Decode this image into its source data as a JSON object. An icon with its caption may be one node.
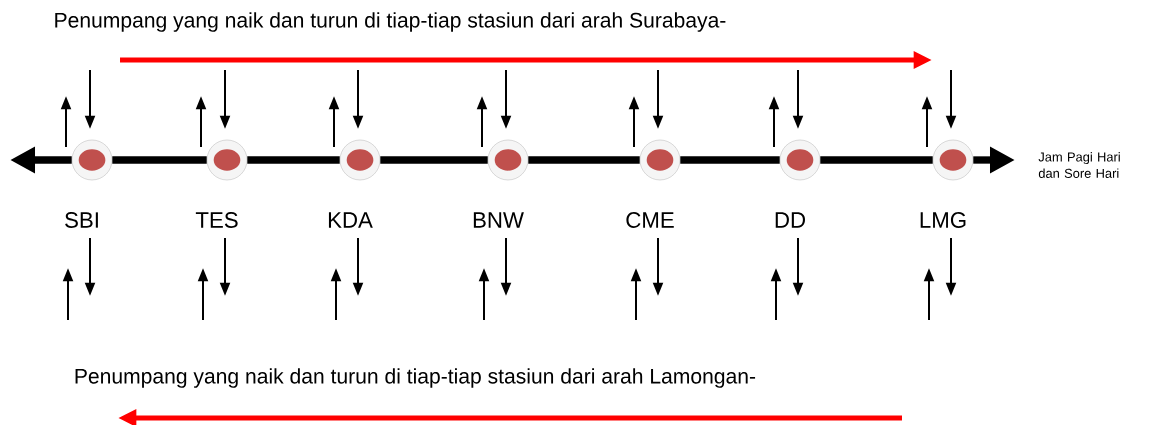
{
  "diagram": {
    "nodes": [
      {
        "text": [],
        "shape": "circle",
        "beside": [
          "SBI"
        ]
      },
      {
        "text": [],
        "shape": "circle",
        "beside": [
          "TES"
        ]
      },
      {
        "text": [],
        "shape": "circle",
        "beside": [
          "KDA"
        ]
      },
      {
        "text": [],
        "shape": "circle",
        "beside": [
          "BNW"
        ]
      },
      {
        "text": [],
        "shape": "circle",
        "beside": [
          "CME"
        ]
      },
      {
        "text": [],
        "shape": "circle",
        "beside": [
          "DD"
        ]
      },
      {
        "text": [],
        "shape": "circle",
        "beside": [
          "LMG"
        ]
      }
    ],
    "edges": [
      {
        "from": 0,
        "to": null,
        "arrow": "to"
      },
      {
        "from": 0,
        "to": 1,
        "arrow": "none"
      },
      {
        "from": 1,
        "to": 2,
        "arrow": "none"
      },
      {
        "from": 2,
        "to": 3,
        "arrow": "none"
      },
      {
        "from": 3,
        "to": 4,
        "arrow": "none"
      },
      {
        "from": 4,
        "to": 5,
        "arrow": "none"
      },
      {
        "from": 5,
        "to": 6,
        "arrow": "none"
      },
      {
        "from": 6,
        "to": null,
        "arrow": "to"
      }
    ],
    "labels": [
      "Penumpang yang naik dan turun di tiap-tiap stasiun dari arah Surabaya-",
      "Jam Pagi Hari dan Sore Hari",
      "Penumpang yang naik dan turun di tiap-tiap stasiun dari arah Lamongan-"
    ]
  }
}
